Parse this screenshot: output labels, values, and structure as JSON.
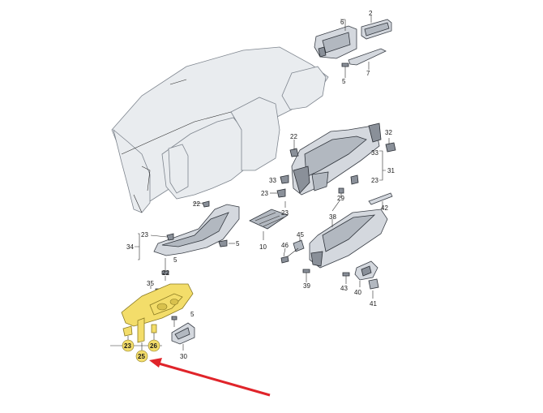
{
  "diagram": {
    "labels": {
      "p2": "2",
      "p6": "6",
      "p5": "5",
      "p7": "7",
      "p32": "32",
      "p22a": "22",
      "p33a": "33",
      "p31": "31",
      "p23a": "23",
      "p29": "29",
      "p42": "42",
      "p22b": "22",
      "p23b": "23",
      "p33b": "33",
      "p38": "38",
      "p34": "34",
      "p23c": "23",
      "p5b": "5",
      "p10": "10",
      "p45": "45",
      "p46": "46",
      "p22c": "22",
      "p5c": "5",
      "p35": "35",
      "p39": "39",
      "p43": "43",
      "p40": "40",
      "p41": "41",
      "p5d": "5",
      "p30": "30",
      "p23d": "23",
      "p26": "26",
      "p25": "25"
    },
    "highlighted_parts": [
      "23",
      "26",
      "25"
    ],
    "highlight_color": "#f3dd6a",
    "arrow_color": "#e0242a"
  }
}
